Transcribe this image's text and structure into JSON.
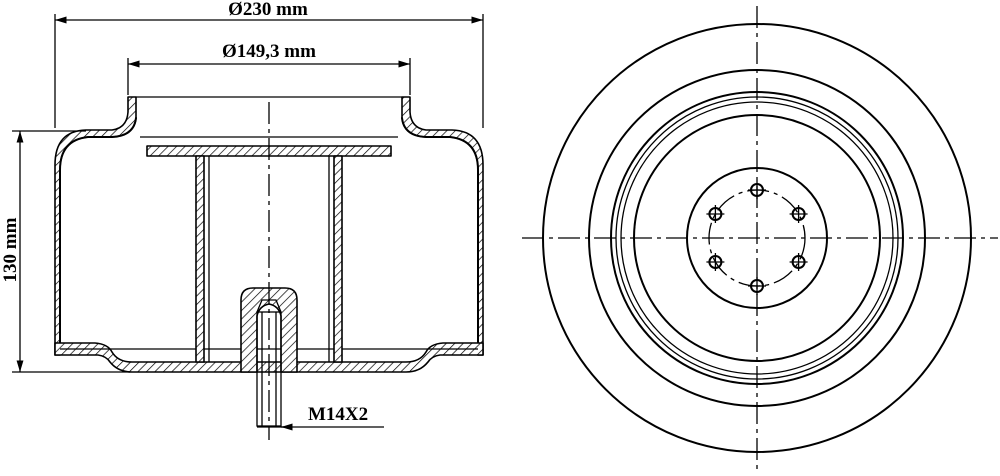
{
  "dimensions": {
    "outer_diameter": "Ø230 mm",
    "inner_diameter": "Ø149,3 mm",
    "height": "130 mm",
    "thread": "M14X2"
  },
  "bolt_holes": 6
}
